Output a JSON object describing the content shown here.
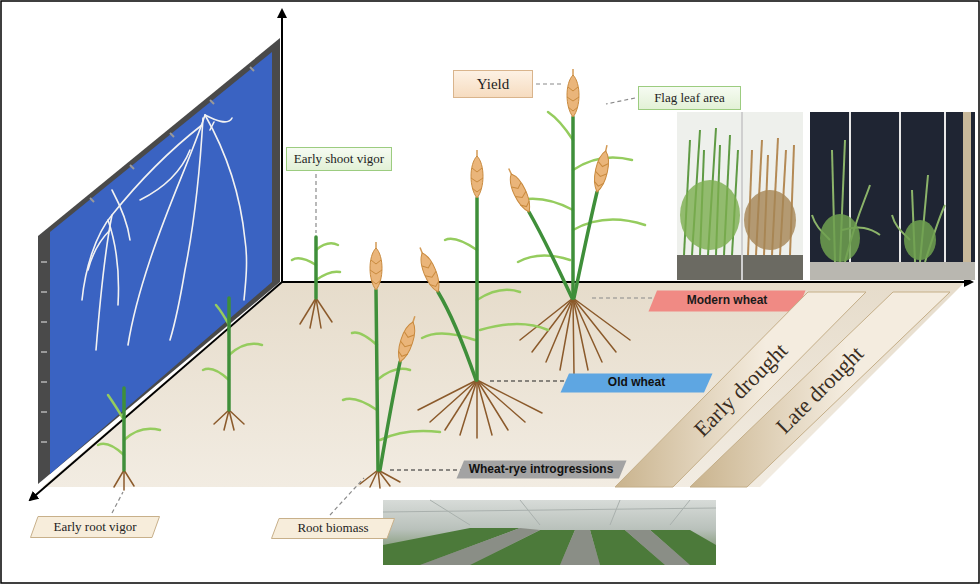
{
  "diagram": {
    "nodes": [
      {
        "text": [
          "Yield"
        ]
      },
      {
        "text": [
          "Flag leaf area"
        ]
      },
      {
        "text": [
          "Early shoot vigor"
        ]
      },
      {
        "text": [
          "Modern wheat"
        ]
      },
      {
        "text": [
          "Old wheat"
        ]
      },
      {
        "text": [
          "Wheat-rye introgressions"
        ]
      },
      {
        "text": [
          "Early drought"
        ]
      },
      {
        "text": [
          "Late drought"
        ]
      },
      {
        "text": [
          "Early root vigor"
        ]
      },
      {
        "text": [
          "Root biomass"
        ]
      }
    ]
  }
}
